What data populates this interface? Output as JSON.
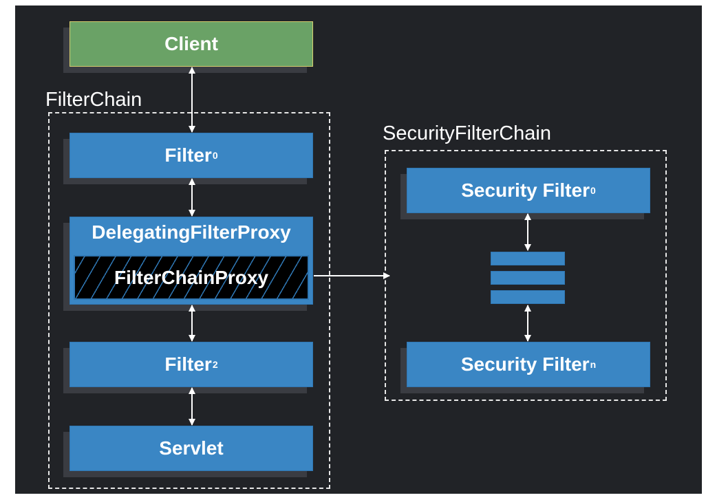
{
  "nodes": {
    "client": "Client",
    "filter0": {
      "base": "Filter",
      "sub": "0"
    },
    "delegating_filter_proxy": "DelegatingFilterProxy",
    "filter_chain_proxy": "FilterChainProxy",
    "filter2": {
      "base": "Filter",
      "sub": "2"
    },
    "servlet": "Servlet",
    "security_filter0": {
      "base": "Security Filter",
      "sub": "0"
    },
    "security_filtern": {
      "base": "Security Filter",
      "sub": "n"
    }
  },
  "groups": {
    "filter_chain": "FilterChain",
    "security_filter_chain": "SecurityFilterChain"
  },
  "colors": {
    "background": "#212327",
    "box": "#3a86c4",
    "client": "#6aa266"
  }
}
